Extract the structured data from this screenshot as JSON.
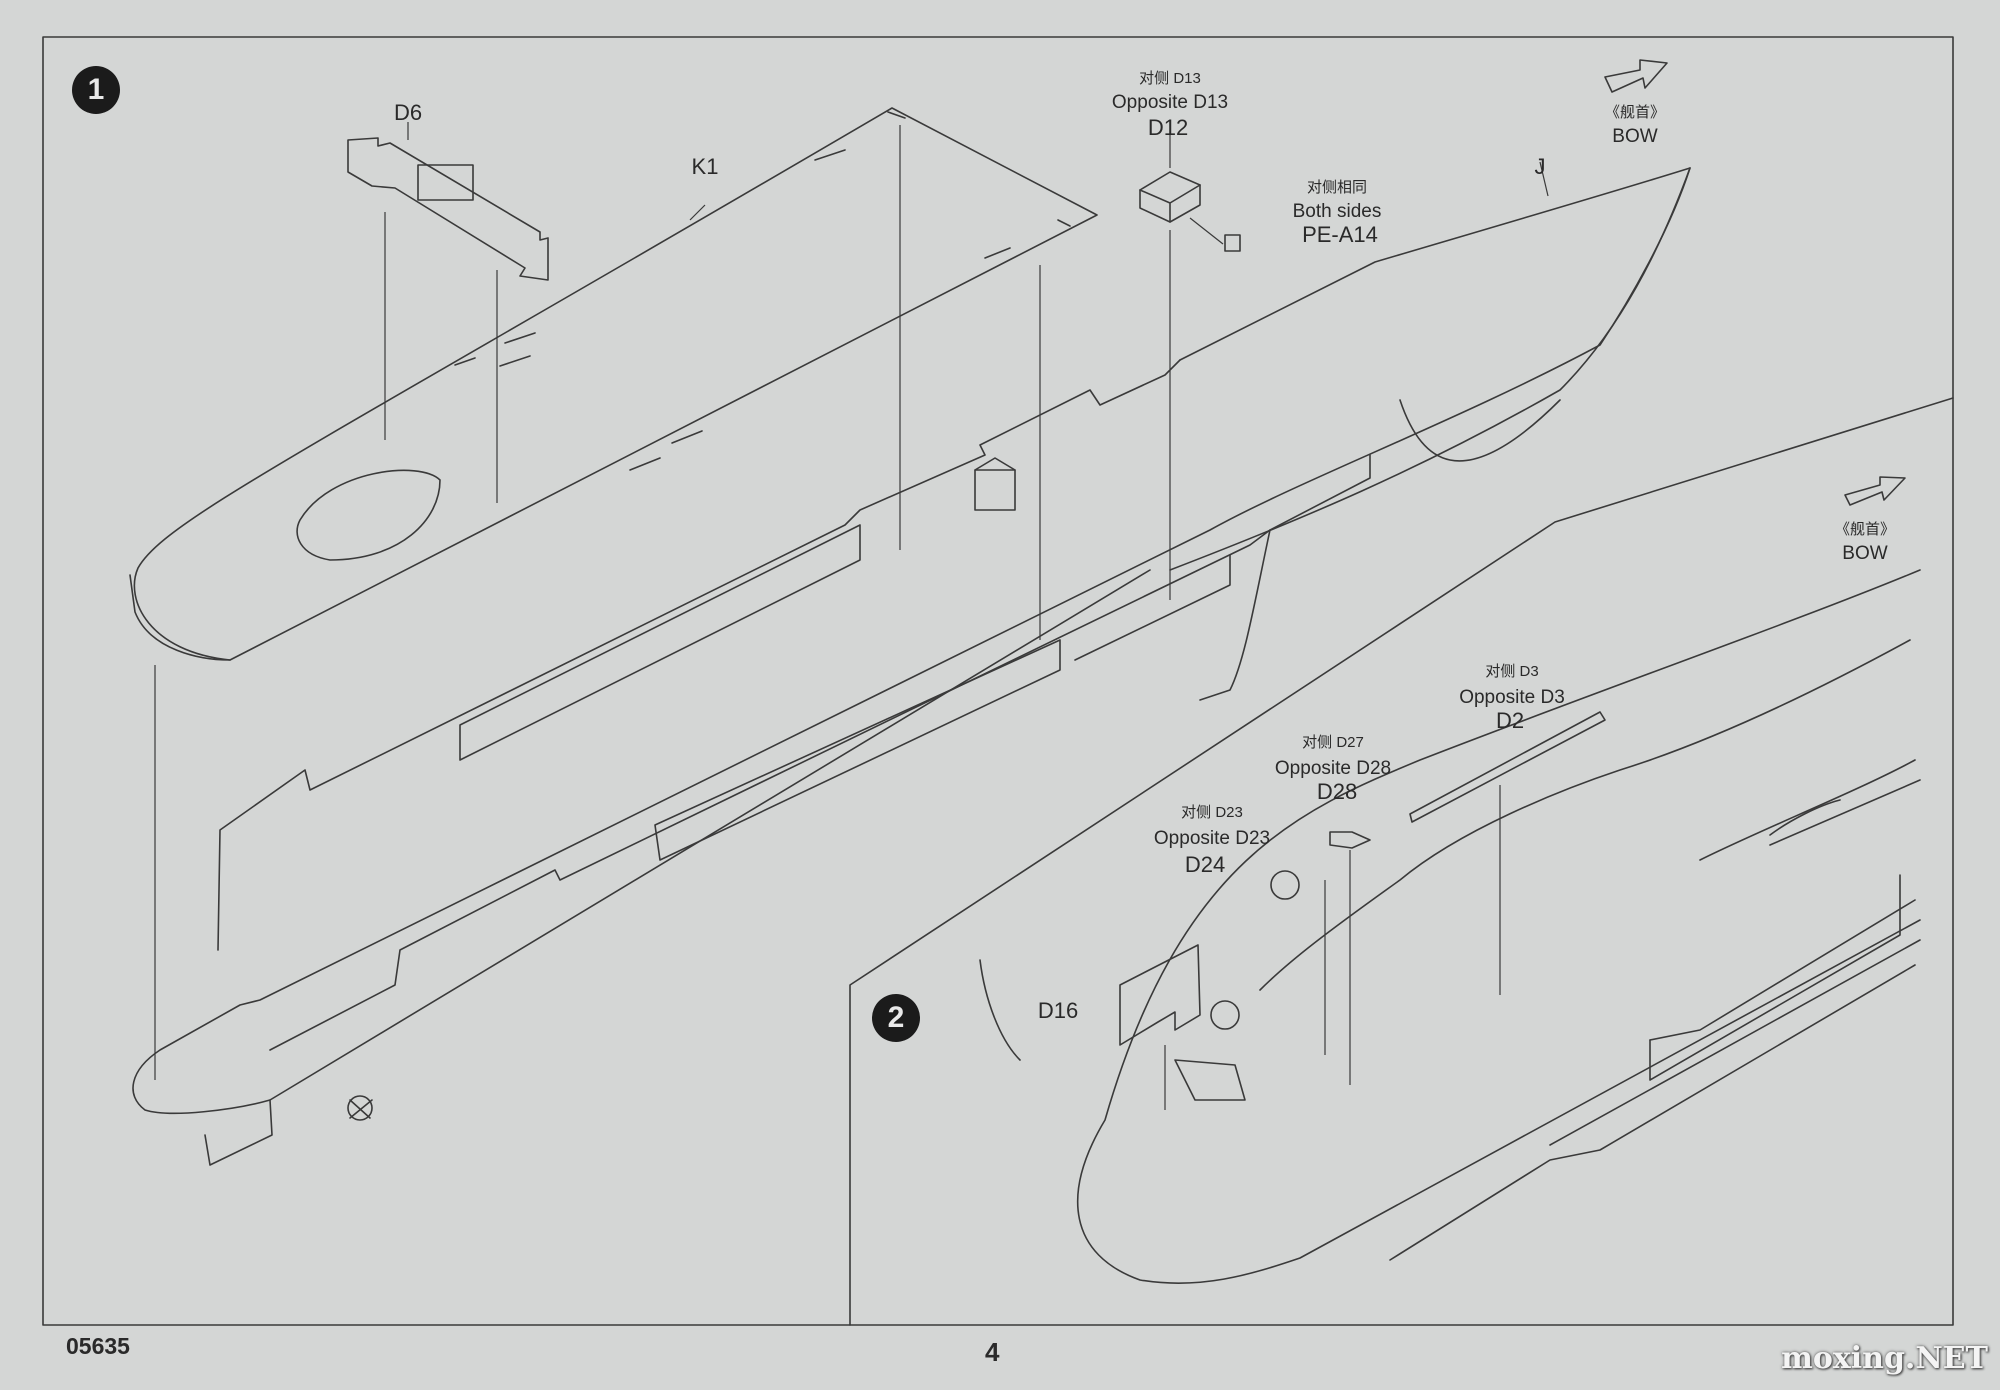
{
  "steps": {
    "one": "1",
    "two": "2"
  },
  "footer": {
    "code": "05635",
    "page": "4"
  },
  "watermark": "moxing.NET",
  "step1": {
    "d6": "D6",
    "k1": "K1",
    "j": "J",
    "d12_cn": "对侧 D13",
    "d12_en": "Opposite D13",
    "d12": "D12",
    "pe_cn": "对侧相同",
    "pe_en": "Both sides",
    "pe": "PE-A14",
    "bow_cn": "《舰首》",
    "bow": "BOW"
  },
  "step2": {
    "bow_cn": "《舰首》",
    "bow": "BOW",
    "d2_cn": "对侧 D3",
    "d2_en": "Opposite D3",
    "d2": "D2",
    "d28_cn": "对侧 D27",
    "d28_en": "Opposite D28",
    "d28": "D28",
    "d24_cn": "对侧 D23",
    "d24_en": "Opposite D23",
    "d24": "D24",
    "d16": "D16"
  }
}
